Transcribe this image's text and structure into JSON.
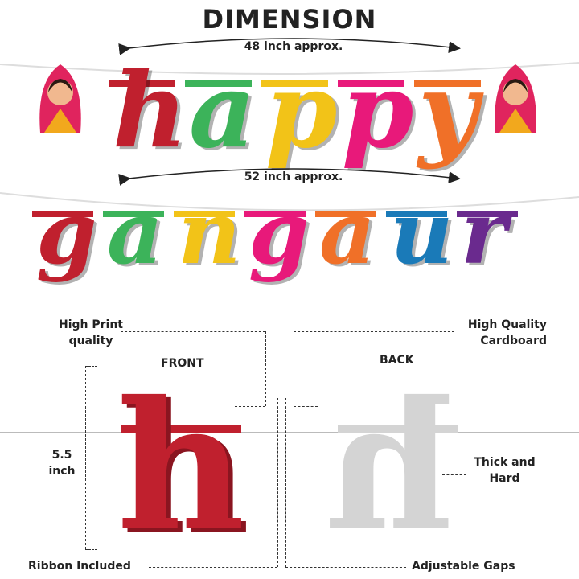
{
  "title": "DIMENSION",
  "row1": {
    "width_label": "48 inch approx.",
    "letters": [
      {
        "char": "h",
        "color": "#c0202e"
      },
      {
        "char": "a",
        "color": "#3cb35a"
      },
      {
        "char": "p",
        "color": "#f2c318"
      },
      {
        "char": "p",
        "color": "#e8197a"
      },
      {
        "char": "y",
        "color": "#f07028"
      }
    ]
  },
  "row2": {
    "width_label": "52 inch approx.",
    "letters": [
      {
        "char": "g",
        "color": "#c0202e"
      },
      {
        "char": "a",
        "color": "#3cb35a"
      },
      {
        "char": "n",
        "color": "#f2c318"
      },
      {
        "char": "g",
        "color": "#e8197a"
      },
      {
        "char": "a",
        "color": "#f07028"
      },
      {
        "char": "u",
        "color": "#1a7ab8"
      },
      {
        "char": "r",
        "color": "#6a2a8e"
      }
    ]
  },
  "labels": {
    "high_print": "High Print quality",
    "front": "FRONT",
    "back": "BACK",
    "cardboard": "High Quality Cardboard",
    "size": "5.5 inch",
    "thick": "Thick and Hard",
    "ribbon": "Ribbon Included",
    "gaps": "Adjustable Gaps"
  },
  "detail": {
    "front_char": "h",
    "front_color": "#c0202e",
    "back_color": "#d4d4d4"
  }
}
